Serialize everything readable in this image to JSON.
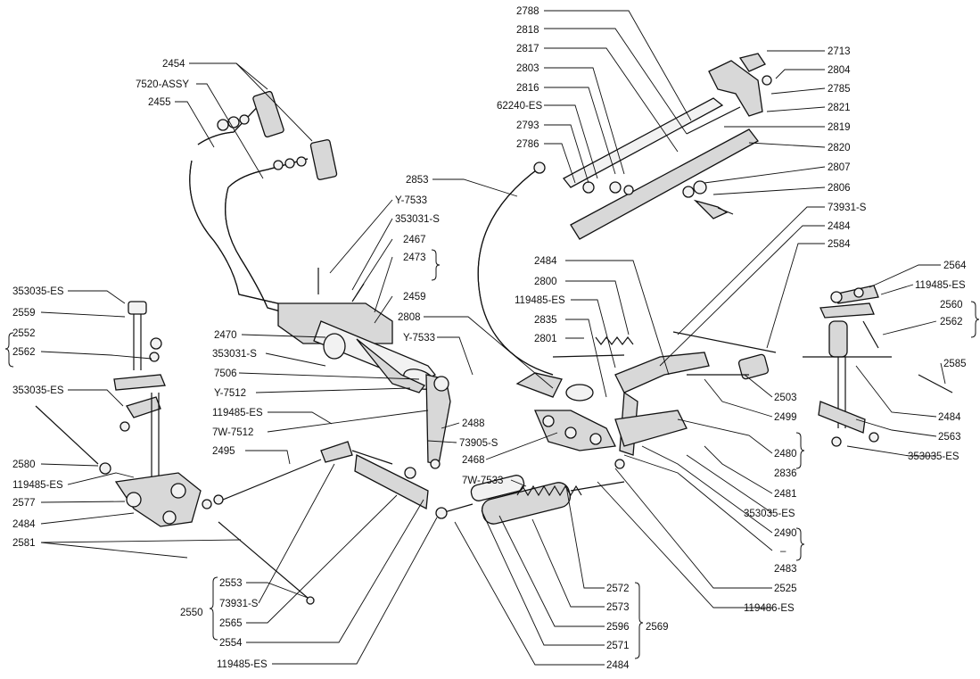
{
  "labels": {
    "p2788": "2788",
    "p2818": "2818",
    "p2817": "2817",
    "p2803": "2803",
    "p2816": "2816",
    "p62240es": "62240-ES",
    "p2793": "2793",
    "p2786": "2786",
    "p2713": "2713",
    "p2804": "2804",
    "p2785": "2785",
    "p2821": "2821",
    "p2819": "2819",
    "p2820": "2820",
    "p2807": "2807",
    "p2806": "2806",
    "p73931s_a": "73931-S",
    "p2484_a": "2484",
    "p2584": "2584",
    "p2454": "2454",
    "p7520assy": "7520-ASSY",
    "p2455": "2455",
    "p2853": "2853",
    "py7533_a": "Y-7533",
    "p353031s_a": "353031-S",
    "p2467": "2467",
    "p2473": "2473",
    "p2459": "2459",
    "p2808": "2808",
    "py7533_b": "Y-7533",
    "p2470": "2470",
    "p353031s_b": "353031-S",
    "p7506": "7506",
    "py7512": "Y-7512",
    "p119485es_a": "119485-ES",
    "p7w7512": "7W-7512",
    "p2488": "2488",
    "p73905s": "73905-S",
    "p2495": "2495",
    "p2468": "2468",
    "p7w7533": "7W-7533",
    "p2484_b": "2484",
    "p2800": "2800",
    "p119485es_b": "119485-ES",
    "p2835": "2835",
    "p2801": "2801",
    "p2564": "2564",
    "p119485es_c": "119485-ES",
    "p2560": "2560",
    "p2562_r": "2562",
    "p2585": "2585",
    "p2503": "2503",
    "p2499": "2499",
    "p2484_c": "2484",
    "p2563": "2563",
    "p353035es_r": "353035-ES",
    "p2480": "2480",
    "p2836": "2836",
    "p2481": "2481",
    "p353035es_m": "353035-ES",
    "p2490": "2490",
    "pdash": "–",
    "p2483": "2483",
    "p2525": "2525",
    "p119486es": "119486-ES",
    "p353035es_l": "353035-ES",
    "p2559": "2559",
    "p2552": "2552",
    "p2562_l": "2562",
    "p353035es_l2": "353035-ES",
    "p2580": "2580",
    "p119485es_d": "119485-ES",
    "p2577": "2577",
    "p2484_d": "2484",
    "p2581": "2581",
    "p2553": "2553",
    "p73931s_b": "73931-S",
    "p2550": "2550",
    "p2565": "2565",
    "p2554": "2554",
    "p119485es_e": "119485-ES",
    "p2572": "2572",
    "p2573": "2573",
    "p2596": "2596",
    "p2569": "2569",
    "p2571": "2571",
    "p2484_e": "2484"
  }
}
